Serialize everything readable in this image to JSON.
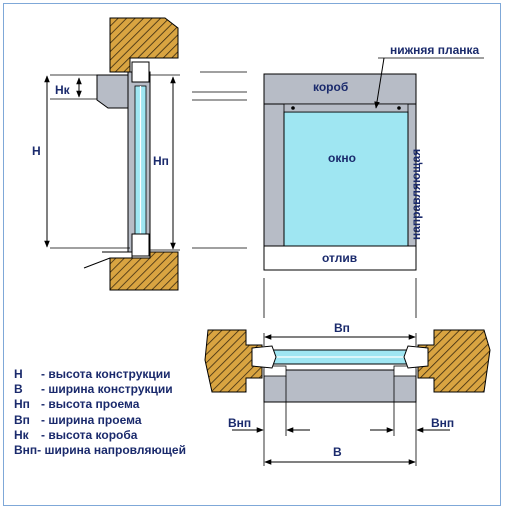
{
  "labels": {
    "bottom_bar": "нижняя планка",
    "box": "короб",
    "window": "окно",
    "guide": "направляющая",
    "sill": "отлив",
    "H": "H",
    "Hk": "Нк",
    "Hp": "Нп",
    "Bp": "Вп",
    "B": "В",
    "Bnp_left": "Внп",
    "Bnp_right": "Внп"
  },
  "legend": [
    {
      "key": "H",
      "desc": "- высота конструкции"
    },
    {
      "key": "В",
      "desc": "- ширина конструкции"
    },
    {
      "key": "Нп",
      "desc": "- высота проема"
    },
    {
      "key": "Вп",
      "desc": "- ширина проема"
    },
    {
      "key": "Нк",
      "desc": "- высота короба"
    },
    {
      "key": "Внп",
      "desc": "- ширина напровляющей"
    }
  ],
  "colors": {
    "wall": "#d9a441",
    "box": "#b7bcc6",
    "glass": "#9fe6f2",
    "text": "#1a2a6c",
    "frame_border": "#7fa8d8"
  }
}
